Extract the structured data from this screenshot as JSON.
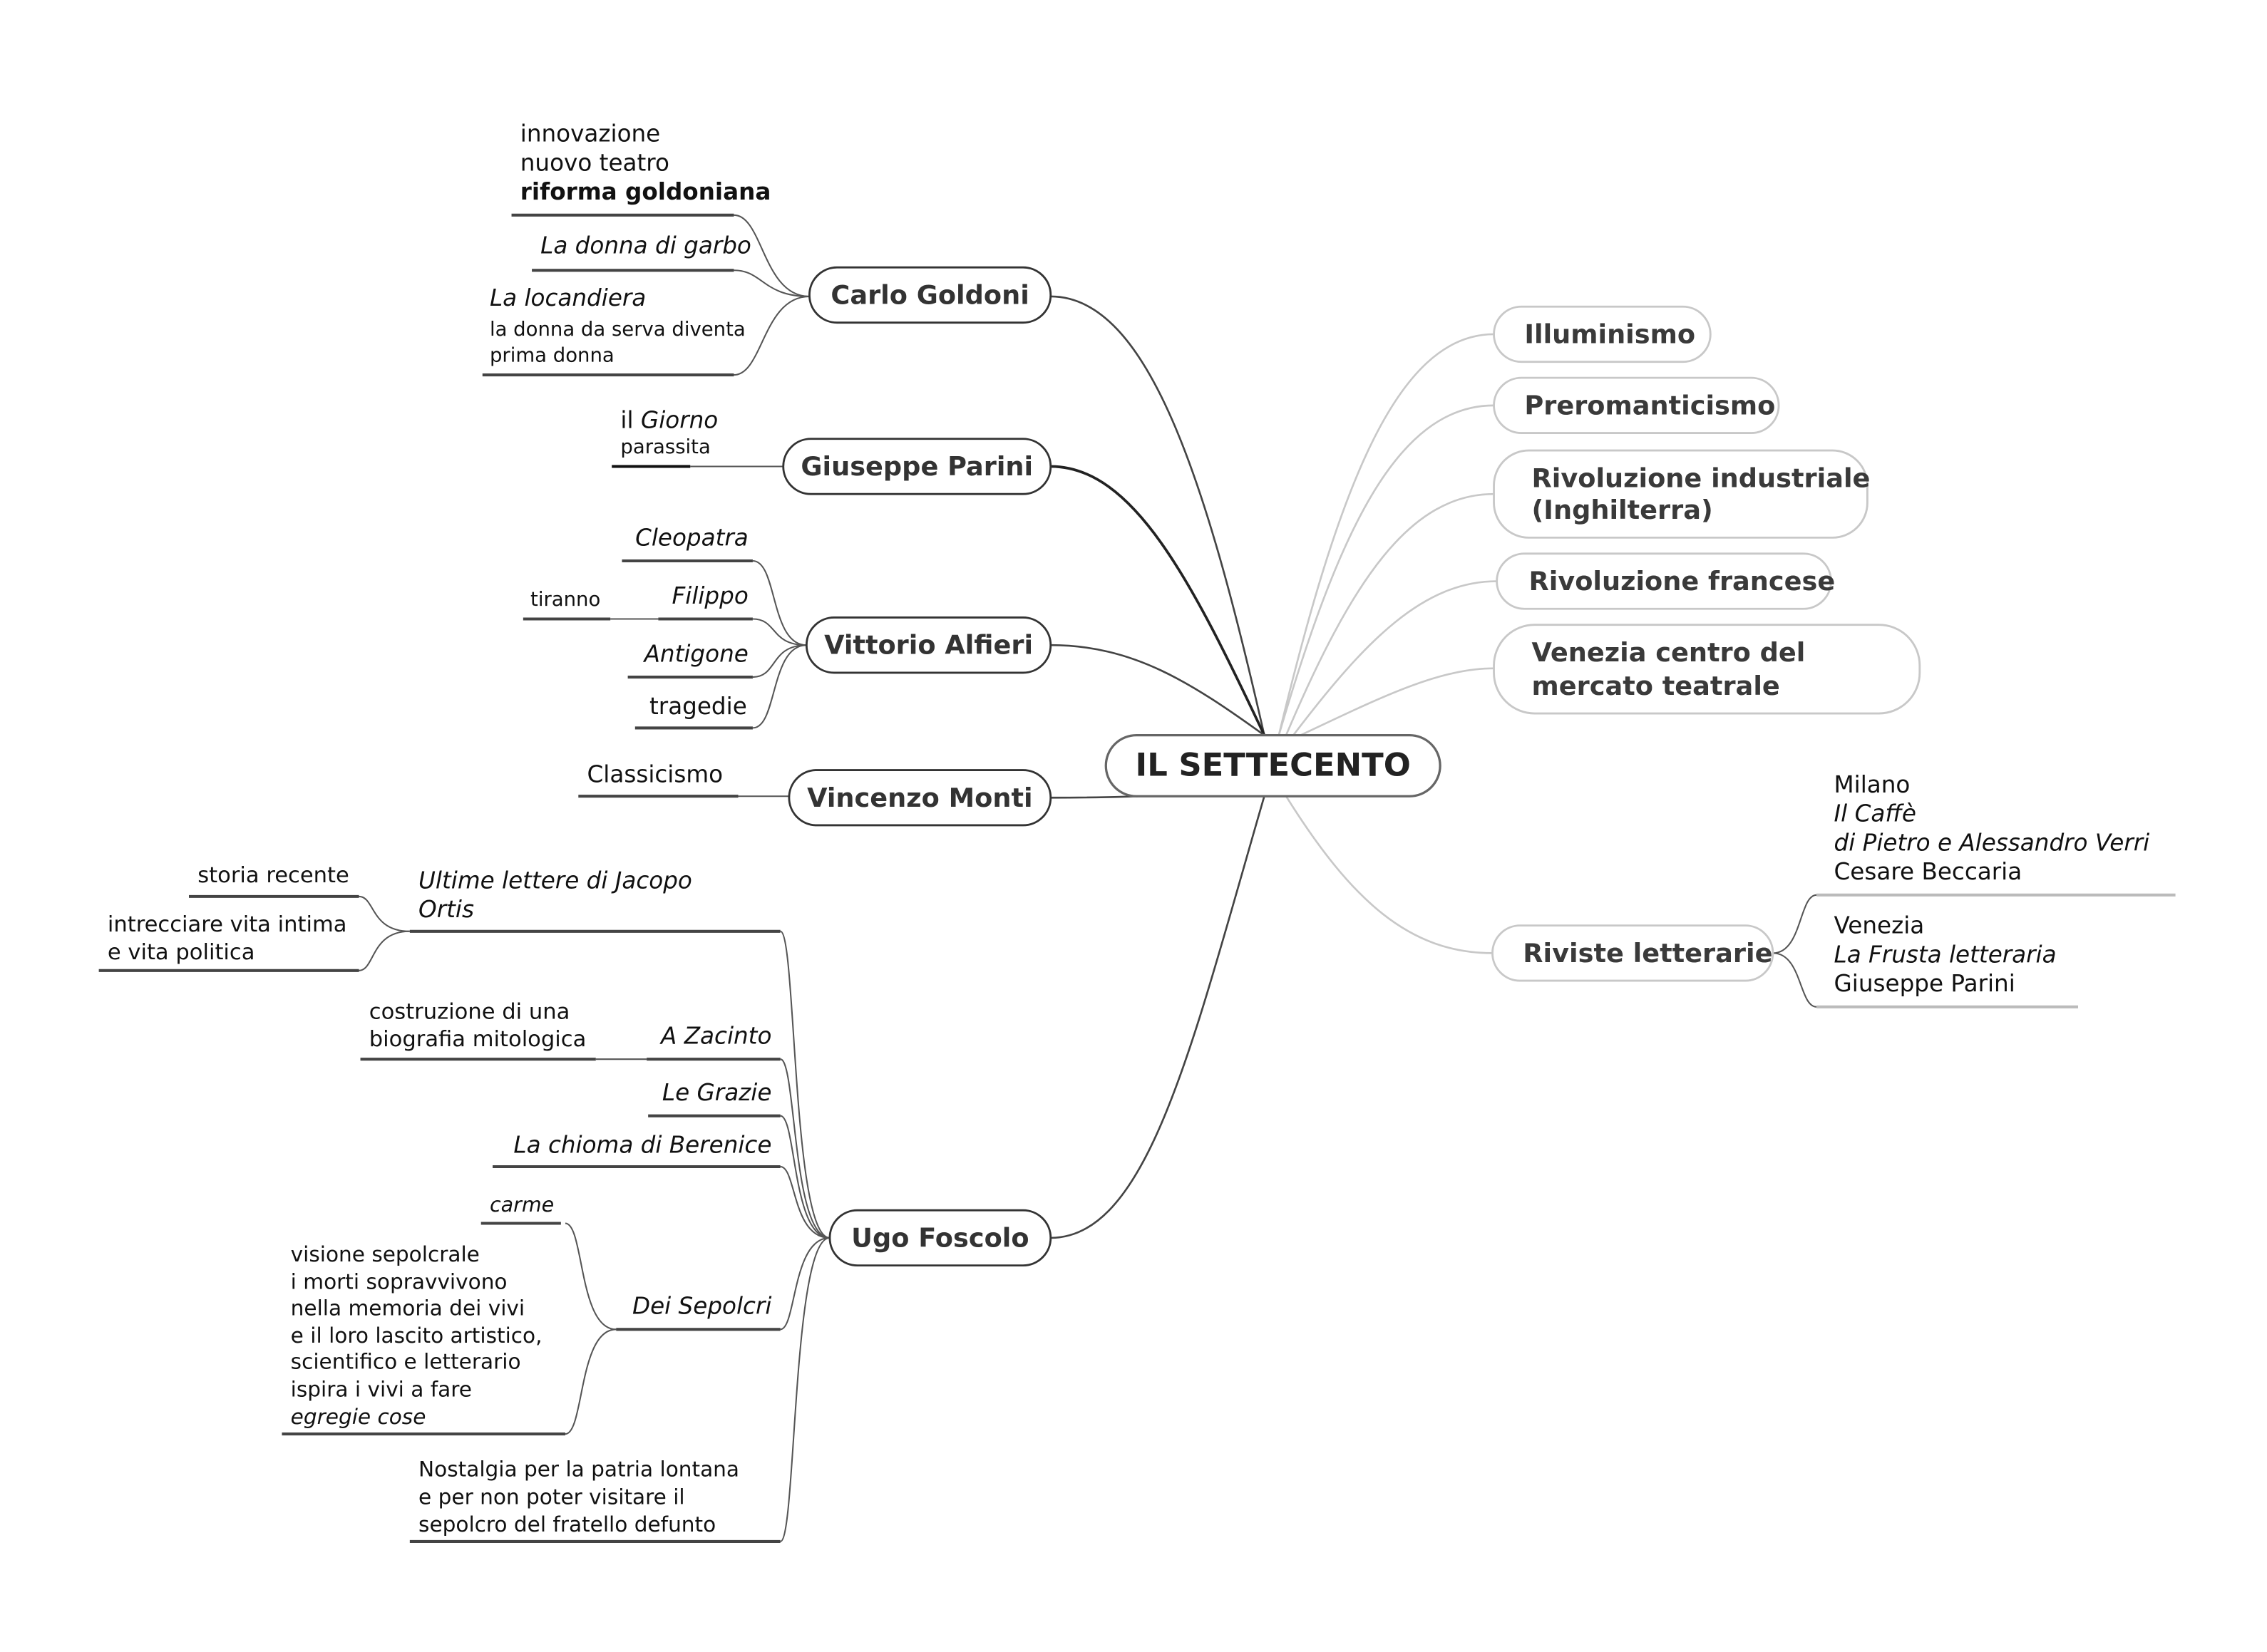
{
  "center": {
    "label": "IL SETTECENTO"
  },
  "left": {
    "goldoni": {
      "label": "Carlo Goldoni",
      "innovazione": [
        "innovazione",
        "nuovo teatro",
        "riforma goldoniana"
      ],
      "garbo": "La donna di garbo",
      "locandiera": {
        "title": "La locandiera",
        "notes": [
          "la donna da serva diventa",
          "prima donna"
        ]
      }
    },
    "parini": {
      "label": "Giuseppe Parini",
      "il": "il",
      "giorno": "Giorno",
      "note": "parassita"
    },
    "alfieri": {
      "label": "Vittorio Alfieri",
      "cleopatra": "Cleopatra",
      "filippo": "Filippo",
      "tiranno": "tiranno",
      "antigone": "Antigone",
      "tragedie": "tragedie"
    },
    "monti": {
      "label": "Vincenzo Monti",
      "classicismo": "Classicismo"
    },
    "foscolo": {
      "label": "Ugo Foscolo",
      "ortis": {
        "title": [
          "Ultime lettere di Jacopo",
          "Ortis"
        ],
        "storia": "storia recente",
        "intrecciare": [
          "intrecciare vita intima",
          "e vita politica"
        ]
      },
      "zacinto": {
        "title": "A Zacinto",
        "note": [
          "costruzione di una",
          "biografia mitologica"
        ]
      },
      "grazie": "Le Grazie",
      "berenice": "La chioma di Berenice",
      "sepolcri": {
        "title": "Dei Sepolcri",
        "carme": "carme",
        "visione": [
          "visione sepolcrale",
          "i morti sopravvivono",
          "nella memoria dei vivi",
          "e il loro lascito artistico,",
          "scientifico e letterario",
          "ispira i vivi a fare",
          "egregie cose"
        ]
      },
      "nostalgia": [
        "Nostalgia per la patria lontana",
        "e per non poter visitare il",
        "sepolcro del fratello defunto"
      ]
    }
  },
  "right": {
    "illuminismo": "Illuminismo",
    "preromanticismo": "Preromanticismo",
    "rivind": [
      "Rivoluzione industriale",
      "(Inghilterra)"
    ],
    "rivfr": "Rivoluzione francese",
    "venezia": [
      "Venezia centro del",
      "mercato teatrale"
    ],
    "riviste": {
      "label": "Riviste letterarie",
      "milano": [
        "Milano",
        "Il Caffè",
        "di Pietro e Alessandro Verri",
        "Cesare Beccaria"
      ],
      "venezia": [
        "Venezia",
        "La Frusta letteraria",
        "Giuseppe Parini"
      ]
    }
  }
}
